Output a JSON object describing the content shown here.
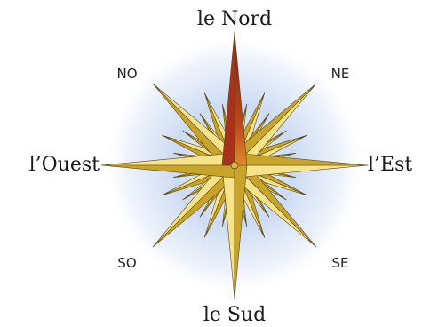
{
  "labels": {
    "north": "le Nord",
    "south": "le Sud",
    "east": "l’Est",
    "west": "l’Ouest",
    "northeast": "NE",
    "northwest": "NO",
    "southeast": "SE",
    "southwest": "SO"
  },
  "colors": {
    "glow": "#9fb8e6",
    "gold_light": "#f7e38a",
    "gold_dark": "#c9a42a",
    "north_red": "#a8321a",
    "outline": "#5a4a1a"
  }
}
